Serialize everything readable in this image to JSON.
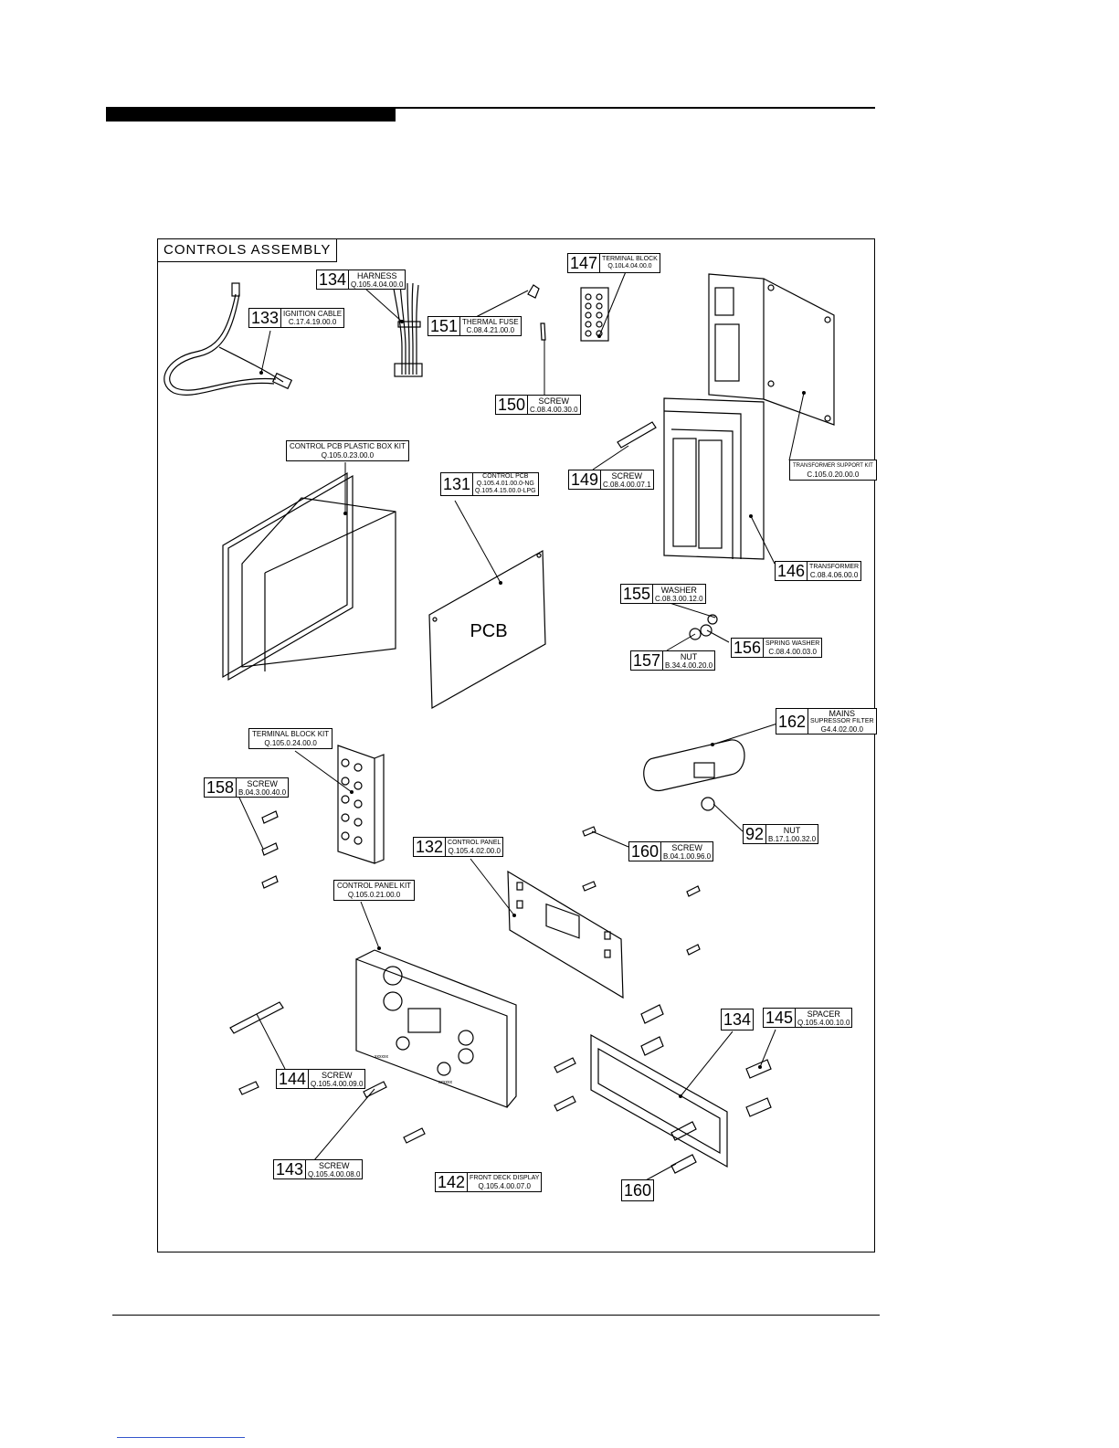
{
  "frame_title": "CONTROLS ASSEMBLY",
  "pcb_label": "PCB",
  "parts": {
    "p133": {
      "num": "133",
      "name": "IGNITION CABLE",
      "code": "C.17.4.19.00.0"
    },
    "p134": {
      "num": "134",
      "name": "HARNESS",
      "code": "Q.105.4.04.00.0"
    },
    "p151": {
      "num": "151",
      "name": "THERMAL FUSE",
      "code": "C.08.4.21.00.0"
    },
    "p147": {
      "num": "147",
      "name": "TERMINAL BLOCK",
      "code": "Q.10L4.04.00.0"
    },
    "p150": {
      "num": "150",
      "name": "SCREW",
      "code": "C.08.4.00.30.0"
    },
    "p149": {
      "num": "149",
      "name": "SCREW",
      "code": "C.08.4.00.07.1"
    },
    "p131": {
      "num": "131",
      "name": "CONTROL PCB",
      "code": "Q.105.4.01.00.0-NG",
      "code2": "Q.105.4.15.00.0-LPG"
    },
    "p146": {
      "num": "146",
      "name": "TRANSFORMER",
      "code": "C.08.4.06.00.0"
    },
    "p155": {
      "num": "155",
      "name": "WASHER",
      "code": "C.08.3.00.12.0"
    },
    "p156": {
      "num": "156",
      "name": "SPRING WASHER",
      "code": "C.08.4.00.03.0"
    },
    "p157": {
      "num": "157",
      "name": "NUT",
      "code": "B.34.4.00.20.0"
    },
    "p162": {
      "num": "162",
      "name": "MAINS",
      "name2": "SUPRESSOR FILTER",
      "code": "G4.4.02.00.0"
    },
    "p158": {
      "num": "158",
      "name": "SCREW",
      "code": "B.04.3.00.40.0"
    },
    "p92": {
      "num": "92",
      "name": "NUT",
      "code": "B.17.1.00.32.0"
    },
    "p160": {
      "num": "160",
      "name": "SCREW",
      "code": "B.04.1.00.96.0"
    },
    "p132": {
      "num": "132",
      "name": "CONTROL PANEL",
      "code": "Q.105.4.02.00.0"
    },
    "p145": {
      "num": "145",
      "name": "SPACER",
      "code": "Q.105.4.00.10.0"
    },
    "p144": {
      "num": "144",
      "name": "SCREW",
      "code": "Q.105.4.00.09.0"
    },
    "p143": {
      "num": "143",
      "name": "SCREW",
      "code": "Q.105.4.00.08.0"
    },
    "p142": {
      "num": "142",
      "name": "FRONT DECK DISPLAY",
      "code": "Q.105.4.00.07.0"
    },
    "n134b": "134",
    "n160b": "160"
  },
  "kits": {
    "pcb_box": {
      "name": "CONTROL PCB PLASTIC BOX KIT",
      "code": "Q.105.0.23.00.0"
    },
    "transformer_support": {
      "name": "TRANSFORMER SUPPORT KIT",
      "code": "C.105.0.20.00.0"
    },
    "terminal_block": {
      "name": "TERMINAL BLOCK KIT",
      "code": "Q.105.0.24.00.0"
    },
    "control_panel": {
      "name": "CONTROL PANEL KIT",
      "code": "Q.105.0.21.00.0"
    }
  },
  "panel_marks": [
    "xxxxxx",
    "xxxxxx"
  ]
}
